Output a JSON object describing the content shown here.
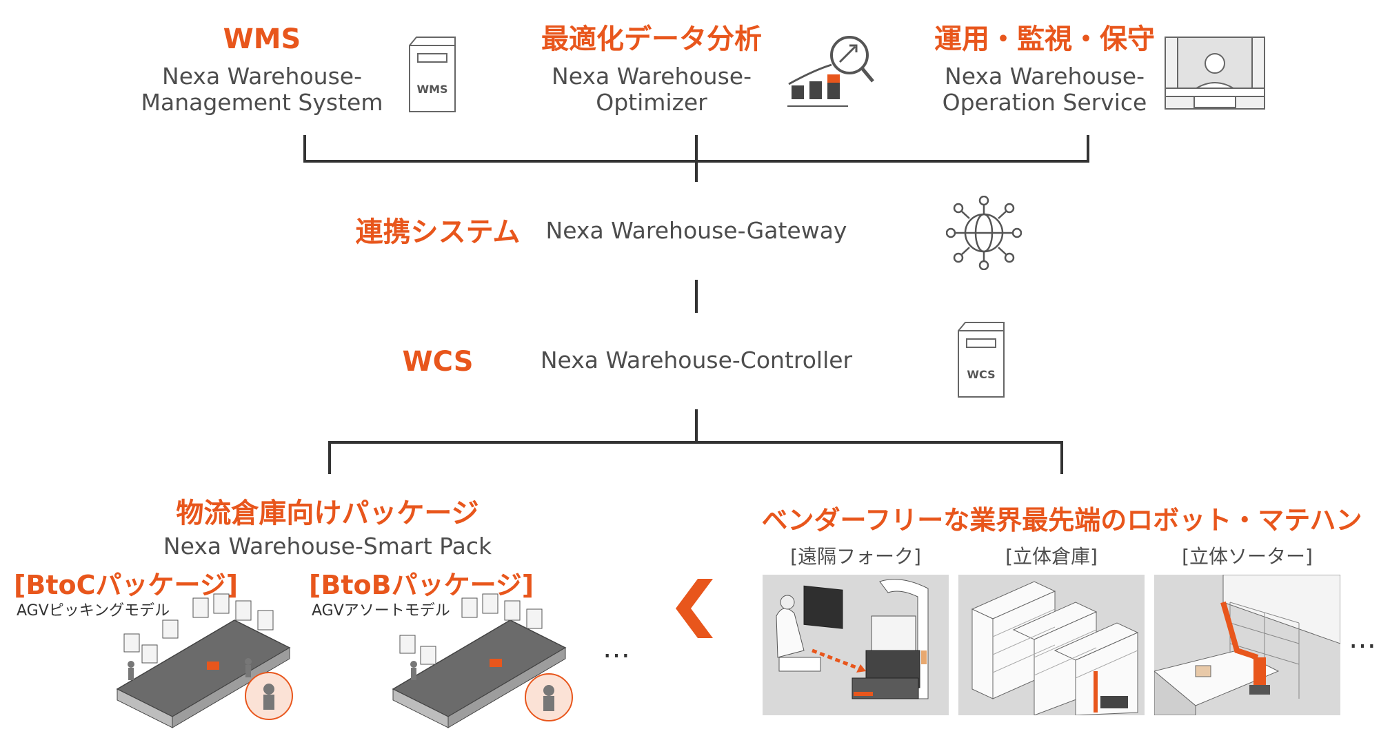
{
  "top": {
    "wms": {
      "title": "WMS",
      "line1": "Nexa Warehouse-",
      "line2": "Management System",
      "icon": "server-icon",
      "icon_label": "WMS"
    },
    "optimizer": {
      "title": "最適化データ分析",
      "line1": "Nexa Warehouse-",
      "line2": "Optimizer",
      "icon": "chart-magnifier-icon"
    },
    "operation": {
      "title": "運用・監視・保守",
      "line1": "Nexa Warehouse-",
      "line2": "Operation Service",
      "icon": "operator-monitor-icon"
    }
  },
  "gateway": {
    "title": "連携システム",
    "name": "Nexa Warehouse-Gateway",
    "icon": "network-globe-icon"
  },
  "wcs": {
    "title": "WCS",
    "name": "Nexa Warehouse-Controller",
    "icon": "server-icon",
    "icon_label": "WCS"
  },
  "package": {
    "title": "物流倉庫向けパッケージ",
    "name": "Nexa Warehouse-Smart Pack",
    "btoc": {
      "title": "[BtoCパッケージ]",
      "model": "AGVピッキングモデル"
    },
    "btob": {
      "title": "[BtoBパッケージ]",
      "model": "AGVアソートモデル"
    },
    "ellipsis": "…"
  },
  "robots": {
    "title": "ベンダーフリーな業界最先端のロボット・マテハン",
    "panels": [
      {
        "label": "[遠隔フォーク]"
      },
      {
        "label": "[立体倉庫]"
      },
      {
        "label": "[立体ソーター]"
      }
    ],
    "ellipsis": "…"
  },
  "colors": {
    "accent": "#e8561c",
    "line": "#333333",
    "panel_bg": "#d9d9d9"
  }
}
